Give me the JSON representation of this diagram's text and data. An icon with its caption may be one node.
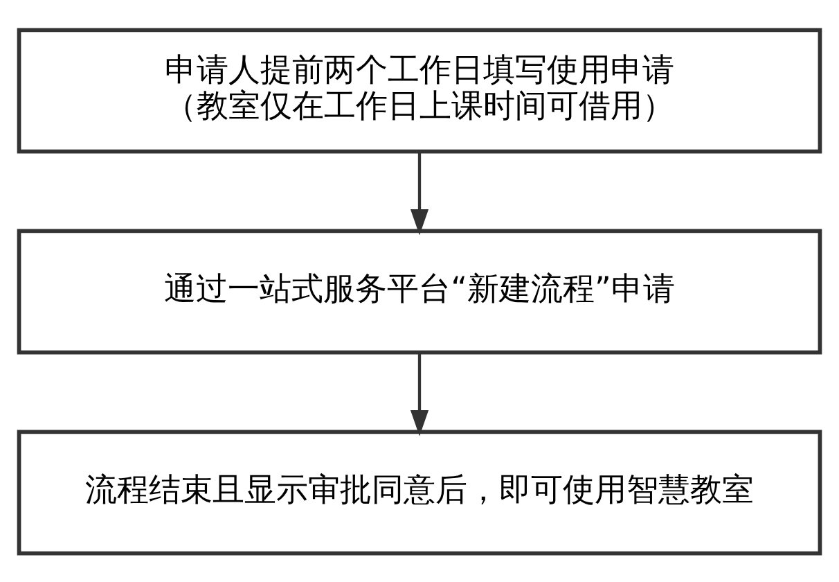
{
  "diagram": {
    "nodes": [
      {
        "text": [
          "申请人提前两个工作日填写使用申请",
          "（教室仅在工作日上课时间可借用）"
        ]
      },
      {
        "text": [
          "通过一站式服务平台“新建流程”申请"
        ]
      },
      {
        "text": [
          "流程结束且显示审批同意后，即可使用智慧教室"
        ]
      }
    ],
    "edges": [
      {
        "from": 0,
        "to": 1,
        "arrow": "to"
      },
      {
        "from": 1,
        "to": 2,
        "arrow": "to"
      }
    ]
  }
}
